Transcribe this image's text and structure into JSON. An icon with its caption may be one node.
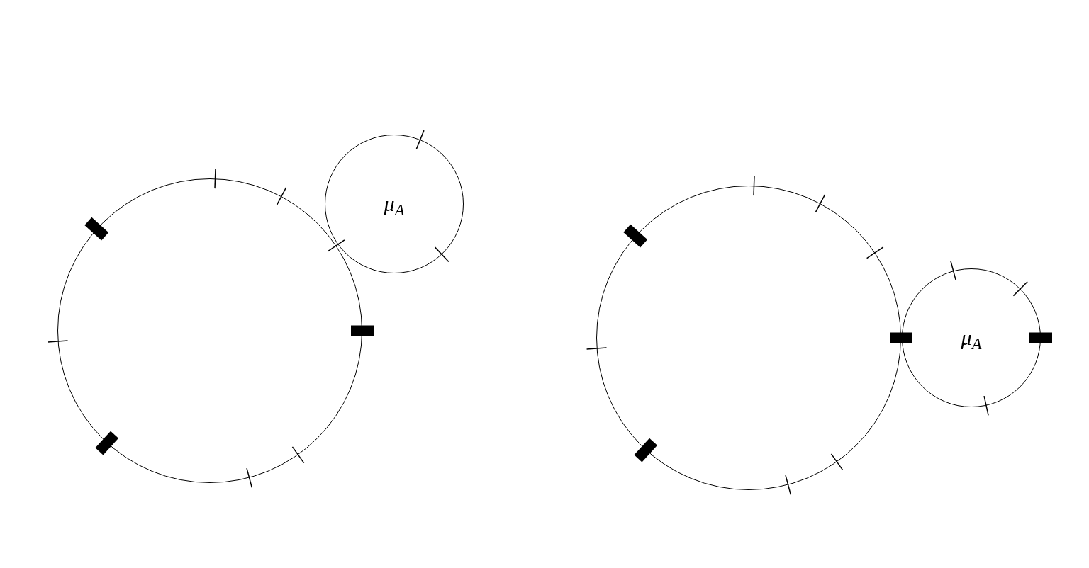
{
  "diagram": {
    "nodes": [
      {
        "text": [],
        "shape": "circle"
      },
      {
        "text": [
          "μ$_{A}$"
        ]
      },
      {
        "text": [],
        "shape": "circle"
      },
      {
        "text": [
          "μ$_{A}$"
        ]
      }
    ]
  }
}
